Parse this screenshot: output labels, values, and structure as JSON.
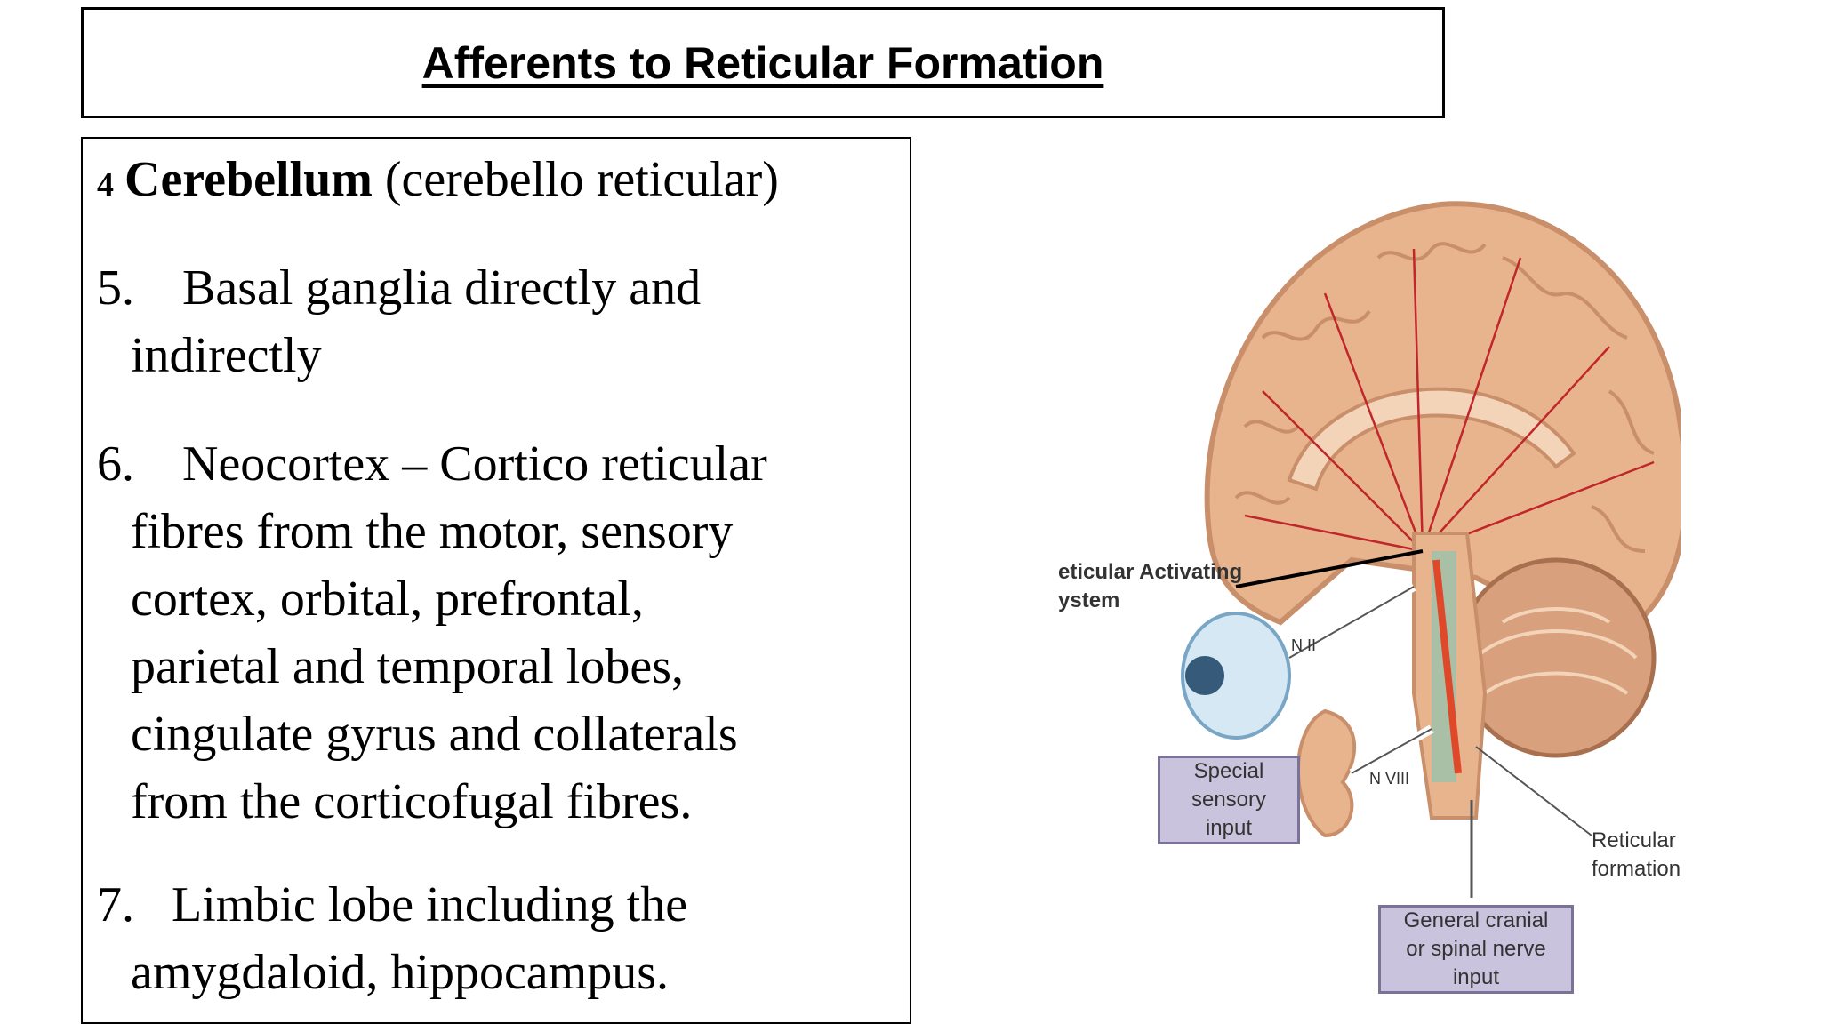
{
  "title": "Afferents to Reticular Formation",
  "items": [
    {
      "number": "4",
      "bold": "Cerebellum",
      "text": " (cerebello reticular)"
    },
    {
      "number": "5.",
      "text": "Basal ganglia directly and\nindirectly"
    },
    {
      "number": "6.",
      "text": "Neocortex – Cortico reticular\nfibres from the motor, sensory\ncortex, orbital, prefrontal,\nparietal and temporal lobes,\ncingulate gyrus and collaterals\nfrom the corticofugal fibres."
    },
    {
      "number": "7.",
      "text": "Limbic lobe including the\namygdaloid, hippocampus."
    }
  ],
  "figure": {
    "labels": {
      "ras": "eticular Activating\nystem",
      "n2": "N II",
      "n8": "N VIII",
      "special_sensory": "Special sensory\ninput",
      "reticular_formation": "Reticular\nformation",
      "general_input": "General cranial\nor spinal nerve input"
    },
    "colors": {
      "brain": "#e8b48e",
      "brain_dark": "#c98f6a",
      "pathway": "#e07a55",
      "arrow": "#c0262a",
      "label_box": "#c9c3dd"
    }
  }
}
